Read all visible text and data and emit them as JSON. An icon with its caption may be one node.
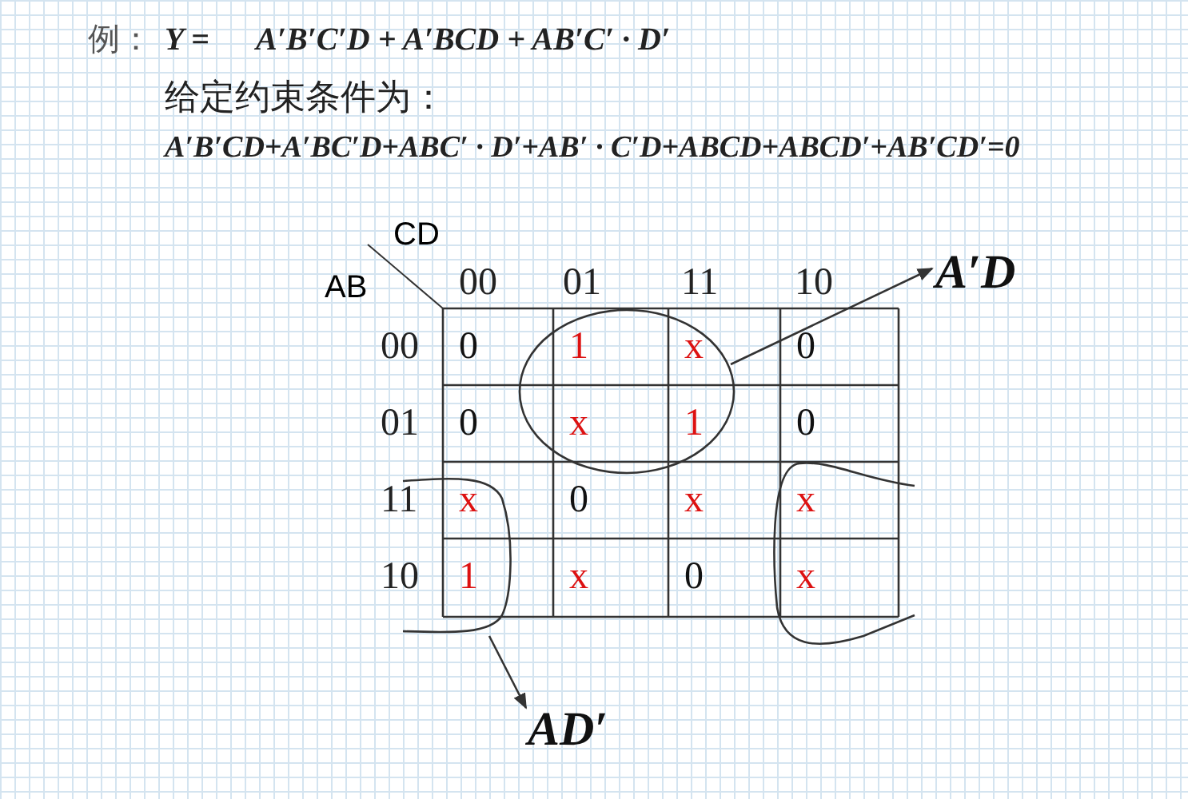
{
  "diagram": {
    "nodes": [
      {
        "text": [],
        "shape": "circle"
      },
      {
        "text": [
          "A′D"
        ]
      },
      {
        "text": [],
        "shape": "loop"
      },
      {
        "text": [
          "AD′"
        ]
      }
    ],
    "edges": [
      {
        "from": 0,
        "to": 1,
        "arrow": "to"
      },
      {
        "from": 2,
        "to": 3,
        "arrow": "to"
      }
    ],
    "labels": [
      "例：",
      "Y =",
      "A′B′C′D + A′BCD + AB′C′ · D′",
      "给定约束条件为：",
      "A′B′CD+A′BC′D+ABC′ · D′+AB′ · C′D+ABCD+ABCD′+AB′CD′=0",
      "CD",
      "AB",
      "00",
      "01",
      "11",
      "10",
      "00",
      "0",
      "1",
      "x",
      "0",
      "01",
      "0",
      "x",
      "1",
      "0",
      "11",
      "x",
      "0",
      "x",
      "x",
      "10",
      "1",
      "x",
      "0",
      "x"
    ]
  }
}
